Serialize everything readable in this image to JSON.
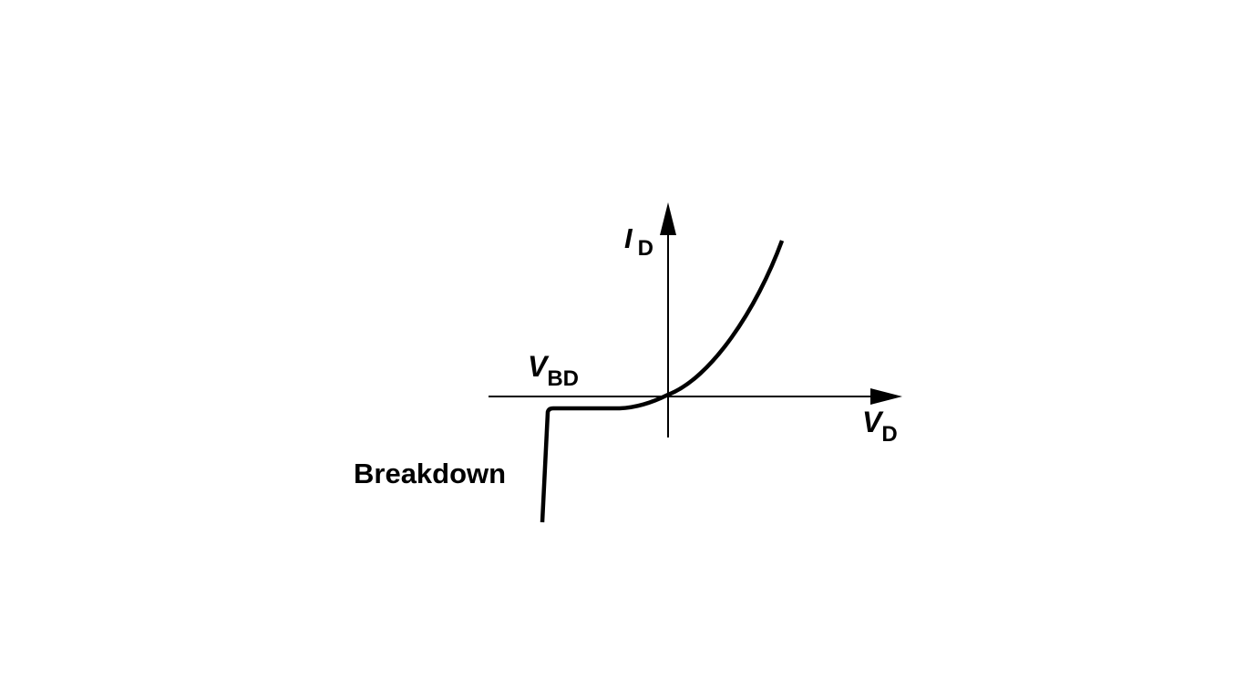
{
  "diagram": {
    "y_axis_label": {
      "symbol": "I",
      "subscript": "D"
    },
    "x_axis_label": {
      "symbol": "V",
      "subscript": "D"
    },
    "breakdown_voltage_label": {
      "symbol": "V",
      "subscript": "BD"
    },
    "breakdown_region_label": "Breakdown",
    "colors": {
      "curve": "#000000",
      "axes": "#000000",
      "background": "#ffffff"
    }
  }
}
